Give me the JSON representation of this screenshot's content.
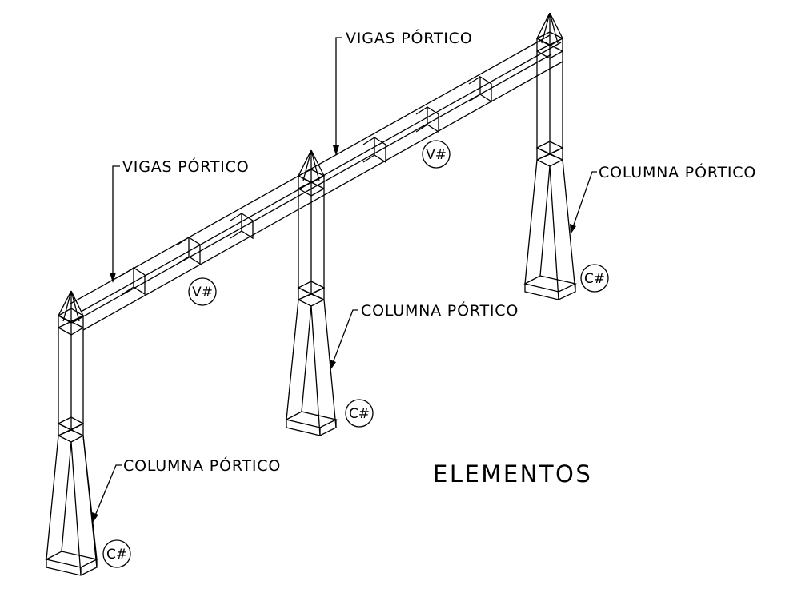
{
  "labels": {
    "beam_top": "VIGAS PÓRTICO",
    "beam_left": "VIGAS PÓRTICO",
    "column_right": "COLUMNA PÓRTICO",
    "column_middle": "COLUMNA PÓRTICO",
    "column_left": "COLUMNA PÓRTICO"
  },
  "tags": {
    "beam_right": "V#",
    "beam_left": "V#",
    "column_right": "C#",
    "column_middle": "C#",
    "column_left": "C#"
  },
  "title": "ELEMENTOS"
}
